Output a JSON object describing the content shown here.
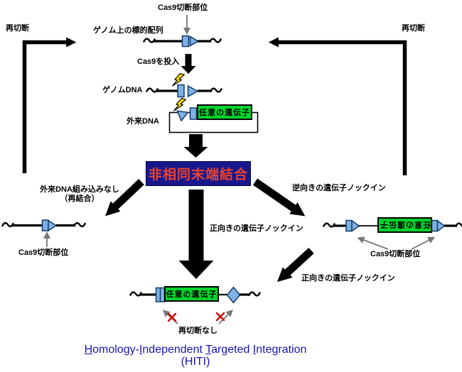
{
  "labels": {
    "cas9_cut_site": "Cas9切断部位",
    "genome_target_seq": "ゲノム上の標的配列",
    "recut": "再切断",
    "add_cas9": "Cas9を投入",
    "genome_dna": "ゲノムDNA",
    "foreign_dna": "外来DNA",
    "any_gene": "任意の遺伝子",
    "nhej": "非相同末端結合",
    "no_integration_line1": "外来DNA組み込みなし",
    "no_integration_line2": "（再結合）",
    "reverse_knockin": "逆向きの遺伝子ノックイン",
    "forward_knockin": "正向きの遺伝子ノックイン",
    "no_recut": "再切断なし"
  },
  "title": {
    "segments": [
      {
        "text": "H",
        "underline": true
      },
      {
        "text": "omology-"
      },
      {
        "text": "I",
        "underline": true
      },
      {
        "text": "ndependent "
      },
      {
        "text": "T",
        "underline": true
      },
      {
        "text": "argeted "
      },
      {
        "text": "I",
        "underline": true
      },
      {
        "text": "ntegration"
      }
    ],
    "line2": "(HITI)"
  },
  "colors": {
    "gene_box_green": "#00d42e",
    "nhej_box_bg": "#18188e",
    "nhej_text_red": "#e8432c",
    "cut_site_marker_fill": "#7fb2e4",
    "cut_site_marker_stroke": "#123a66",
    "lightning_yellow": "#ffde00",
    "x_mark_red": "#d40000",
    "gray_arrow": "#777777",
    "title_blue": "#1815b5"
  },
  "icons": {
    "lightning": "cas9-cleavage-bolt",
    "cut_site_marker": "cas9-target-site-marker",
    "x_mark": "blocked-recut-x"
  }
}
